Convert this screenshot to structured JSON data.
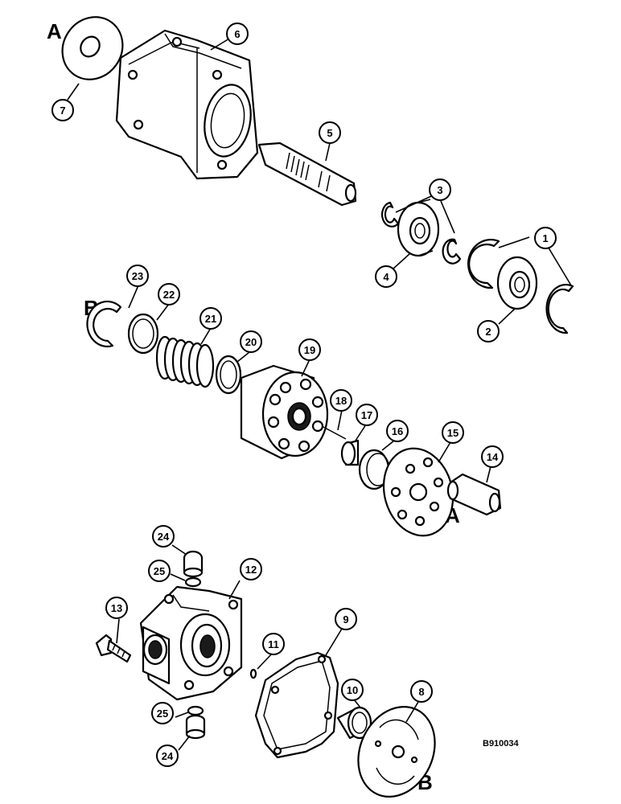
{
  "figure_id": "B910034",
  "reference_letters": {
    "a_top": "A",
    "b_mid": "B",
    "a_mid": "A",
    "b_bottom": "B"
  },
  "callouts": [
    "1",
    "2",
    "3",
    "4",
    "5",
    "6",
    "7",
    "8",
    "9",
    "10",
    "11",
    "12",
    "13",
    "14",
    "15",
    "16",
    "17",
    "18",
    "19",
    "20",
    "21",
    "22",
    "23",
    "24",
    "25",
    "24",
    "25"
  ]
}
